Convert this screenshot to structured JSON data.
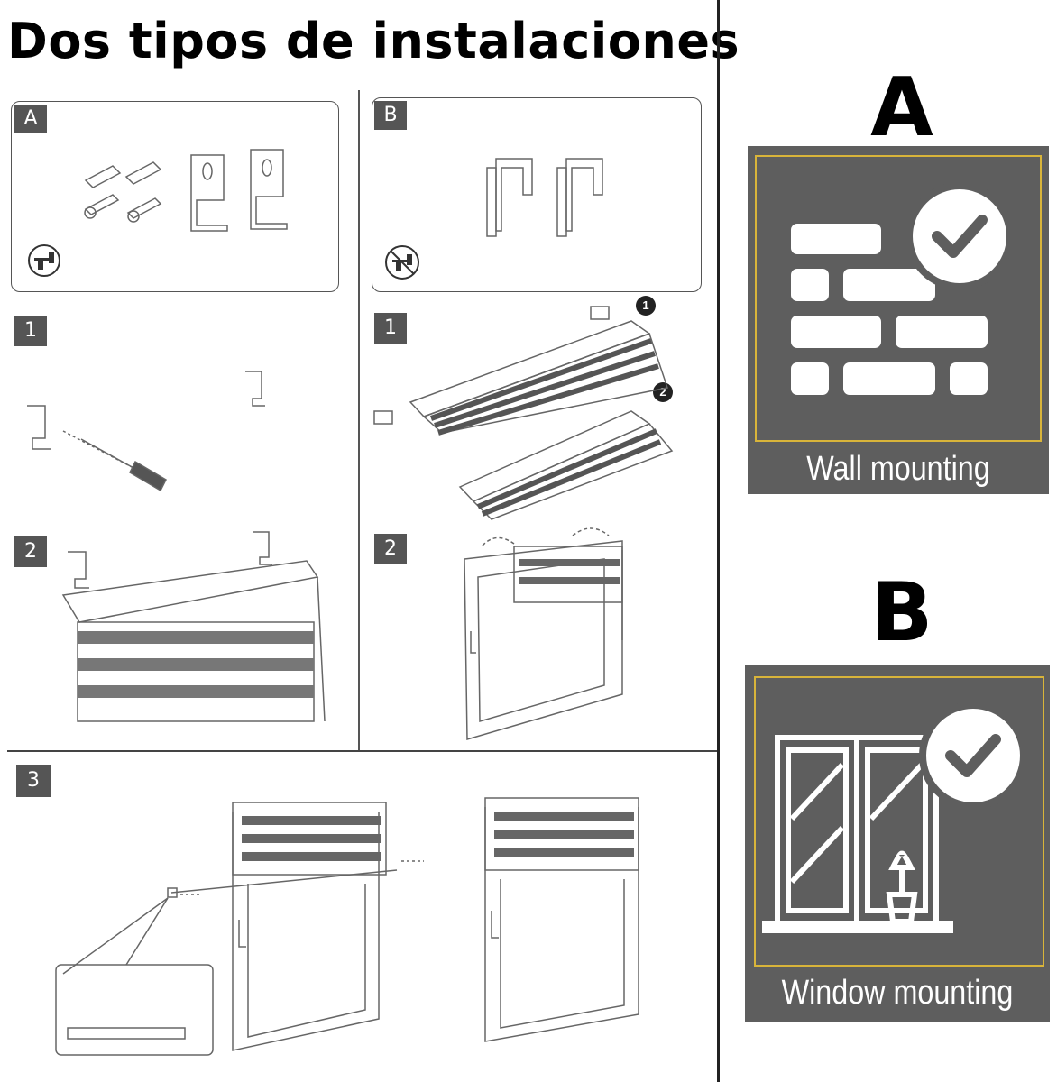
{
  "title": "Dos tipos de instalaciones",
  "left": {
    "panel_a_label": "A",
    "panel_b_label": "B",
    "step_a1": "1",
    "step_a2": "2",
    "step_b1": "1",
    "step_b2": "2",
    "step_3": "3",
    "callout_1": "1",
    "callout_2": "2",
    "icons": {
      "drill": "drill-icon",
      "no_drill": "no-drill-icon"
    }
  },
  "right": {
    "option_a": {
      "letter": "A",
      "caption": "Wall mounting",
      "icon": "brick-wall-icon"
    },
    "option_b": {
      "letter": "B",
      "caption": "Window mounting",
      "icon": "window-icon"
    },
    "check_icon": "checkmark-icon"
  },
  "colors": {
    "card_background": "#5e5e5e",
    "card_frame": "#d8b43a",
    "badge": "#555555"
  }
}
